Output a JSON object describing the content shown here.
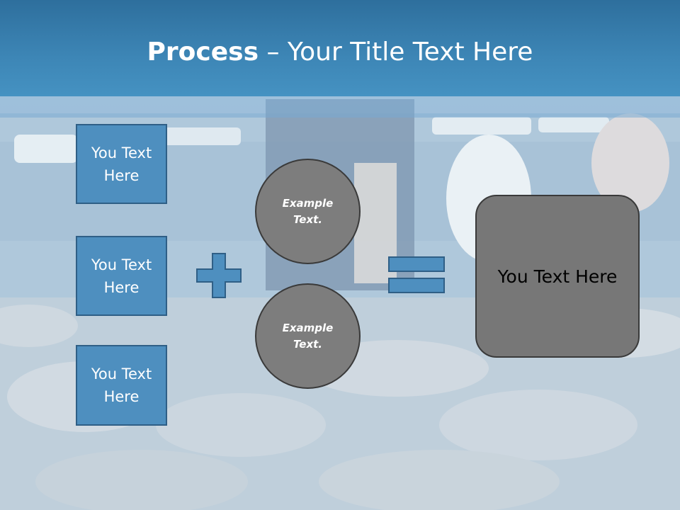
{
  "title": {
    "bold": "Process",
    "rest": " – Your Title Text Here"
  },
  "boxes": [
    {
      "label": "You Text Here"
    },
    {
      "label": "You Text Here"
    },
    {
      "label": "You Text Here"
    }
  ],
  "circles": [
    {
      "label": "Example Text."
    },
    {
      "label": "Example Text."
    }
  ],
  "result": {
    "label": "You Text Here"
  },
  "icons": {
    "plus": "plus-icon",
    "equals": "equals-icon"
  },
  "colors": {
    "header": "#3d86b6",
    "box_fill": "#4e8fbf",
    "box_border": "#2f5f86",
    "circle_fill": "#7d7d7d",
    "result_fill": "#777777"
  }
}
